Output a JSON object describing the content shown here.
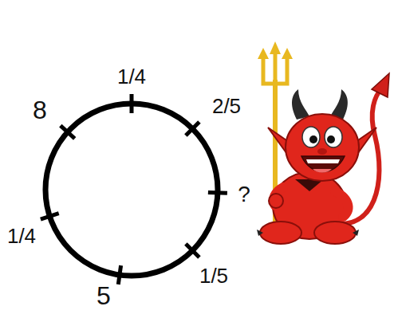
{
  "diagram": {
    "labels": [
      "1/4",
      "8",
      "2/5",
      "?",
      "1/4",
      "1/5",
      "5"
    ]
  }
}
